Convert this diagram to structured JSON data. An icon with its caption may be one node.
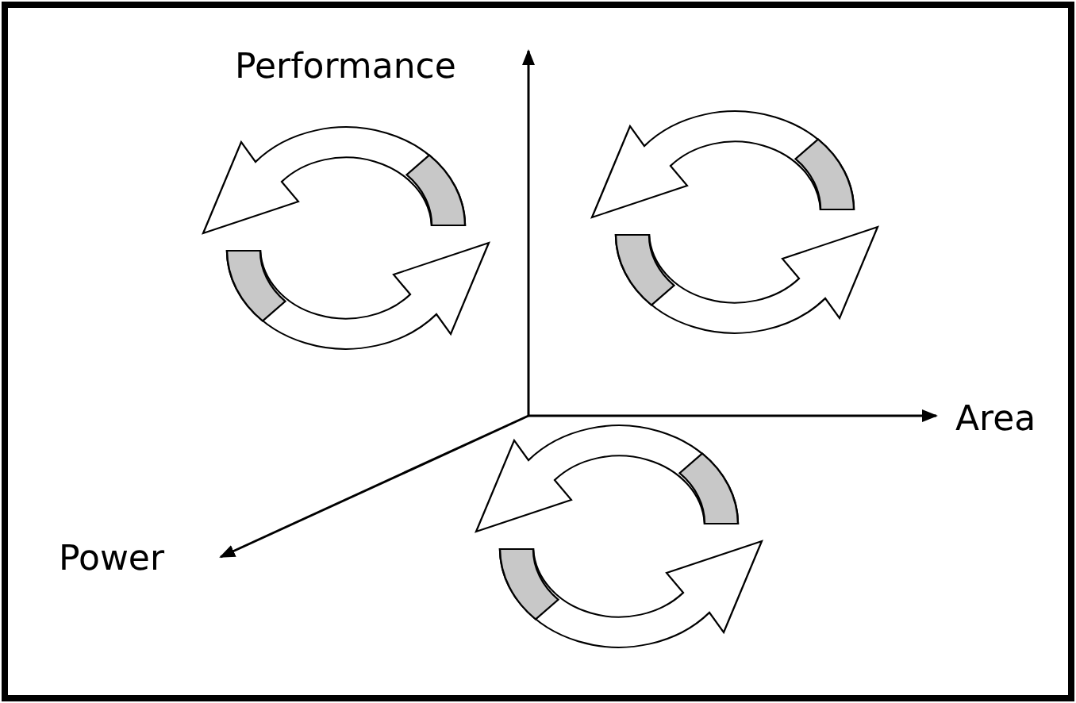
{
  "diagram": {
    "labels": [
      "Performance",
      "Area",
      "Power"
    ]
  }
}
